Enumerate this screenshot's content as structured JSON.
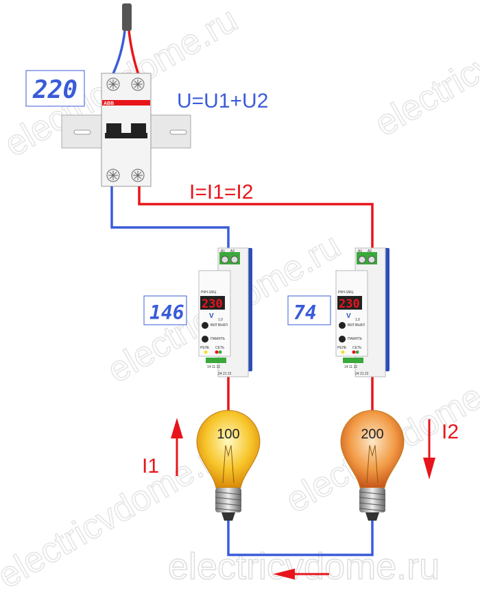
{
  "watermark": "electricvdome.ru",
  "breaker": {
    "brand": "ABB",
    "display": "220"
  },
  "formulas": {
    "voltage": "U=U1+U2",
    "current": "I=I1=I2"
  },
  "relays": [
    {
      "display": "146",
      "model": "РКН-1МЦ",
      "reading": "230",
      "unit": "V",
      "version": "1,0",
      "terminal_a1": "A1",
      "terminal_a2": "A2",
      "btn1": "ВКЛ ВЫКЛ",
      "btn2": "ПАМЯТЬ",
      "led1": "РЕЛЕ",
      "led2": "СЕТЬ",
      "bottom_terms_1": "14 11 12",
      "bottom_terms_2": "24 21 22"
    },
    {
      "display": "74",
      "model": "РКН-1МЦ",
      "reading": "230",
      "unit": "V",
      "version": "1,0",
      "terminal_a1": "A1",
      "terminal_a2": "A2",
      "btn1": "ВКЛ ВЫКЛ",
      "btn2": "ПАМЯТЬ",
      "led1": "РЕЛЕ",
      "led2": "СЕТЬ",
      "bottom_terms_1": "14 11 12",
      "bottom_terms_2": "24 21 22"
    }
  ],
  "bulbs": [
    {
      "label": "100",
      "current": "I1"
    },
    {
      "label": "200",
      "current": "I2"
    }
  ],
  "colors": {
    "phase": "#e8141b",
    "neutral": "#3a5bd9",
    "display": "#3a5bd9"
  }
}
